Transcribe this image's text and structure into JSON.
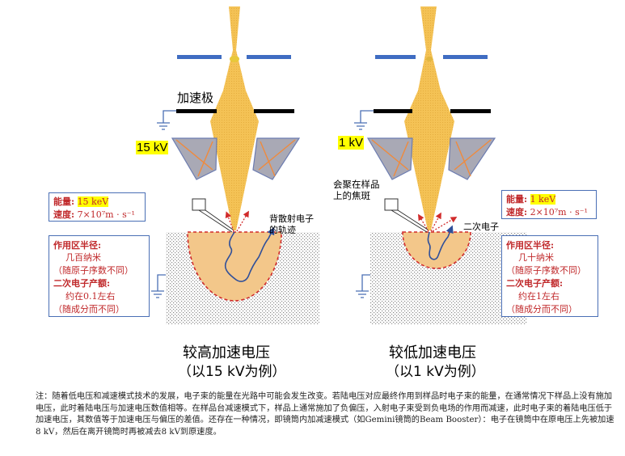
{
  "colors": {
    "beam": "#f4c255",
    "beam_dot": "#d9a93a",
    "plate_blue": "#3f6cc2",
    "electrode": "#000000",
    "lens_fill": "#a9a9b5",
    "lens_cross": "#f08a3c",
    "interaction": "#f3c78a",
    "dashed_red": "#d12b2b",
    "trajectory": "#3a5ba8",
    "box_border": "#4a6fb5",
    "text_red": "#c0282a",
    "highlight": "#ffff00"
  },
  "left": {
    "electrode_label": "加速极",
    "voltage_label": "15 kV",
    "energy_label": "能量:",
    "energy_value": "15 keV",
    "speed_label": "速度:",
    "speed_value": "7×10⁷m · s⁻¹",
    "trajectory_label_1": "背散射电子",
    "trajectory_label_2": "的轨迹",
    "info": {
      "range_title": "作用区半径:",
      "range_value": "几百纳米",
      "range_note": "（随原子序数不同）",
      "yield_title": "二次电子产额:",
      "yield_value": "约在0.1左右",
      "yield_note": "（随成分而不同）"
    },
    "caption_1": "较高加速电压",
    "caption_2": "（以15 kV为例）"
  },
  "right": {
    "voltage_label": "1 kV",
    "focus_label_1": "会聚在样品",
    "focus_label_2": "上的焦斑",
    "energy_label": "能量:",
    "energy_value": "1 keV",
    "speed_label": "速度:",
    "speed_value": "2×10⁷m · s⁻¹",
    "secondary_label": "二次电子",
    "info": {
      "range_title": "作用区半径:",
      "range_value": "几十纳米",
      "range_note": "（随原子序数不同）",
      "yield_title": "二次电子产额:",
      "yield_value": "约在1左右",
      "yield_note": "（随成分而不同）"
    },
    "caption_1": "较低加速电压",
    "caption_2": "（以1 kV为例）"
  },
  "note": "注：随着低电压和减速模式技术的发展，电子束的能量在光路中可能会发生改变。若陆电压对应最终作用到样品时电子束的能量，在通常情况下样品上没有施加电压，此时着陆电压与加速电压数值相等。在样品台减速模式下，样品上通常施加了负偏压，入射电子束受到负电场的作用而减速，此时电子束的着陆电压低于加速电压，其数值等于加速电压与偏压的差值。还存在一种情况，即镜筒内加减速模式（如Gemini镜筒的Beam Booster）：电子在镜筒中在原电压上先被加速8 kV，然后在离开镜筒时再被减去8 kV到原速度。"
}
